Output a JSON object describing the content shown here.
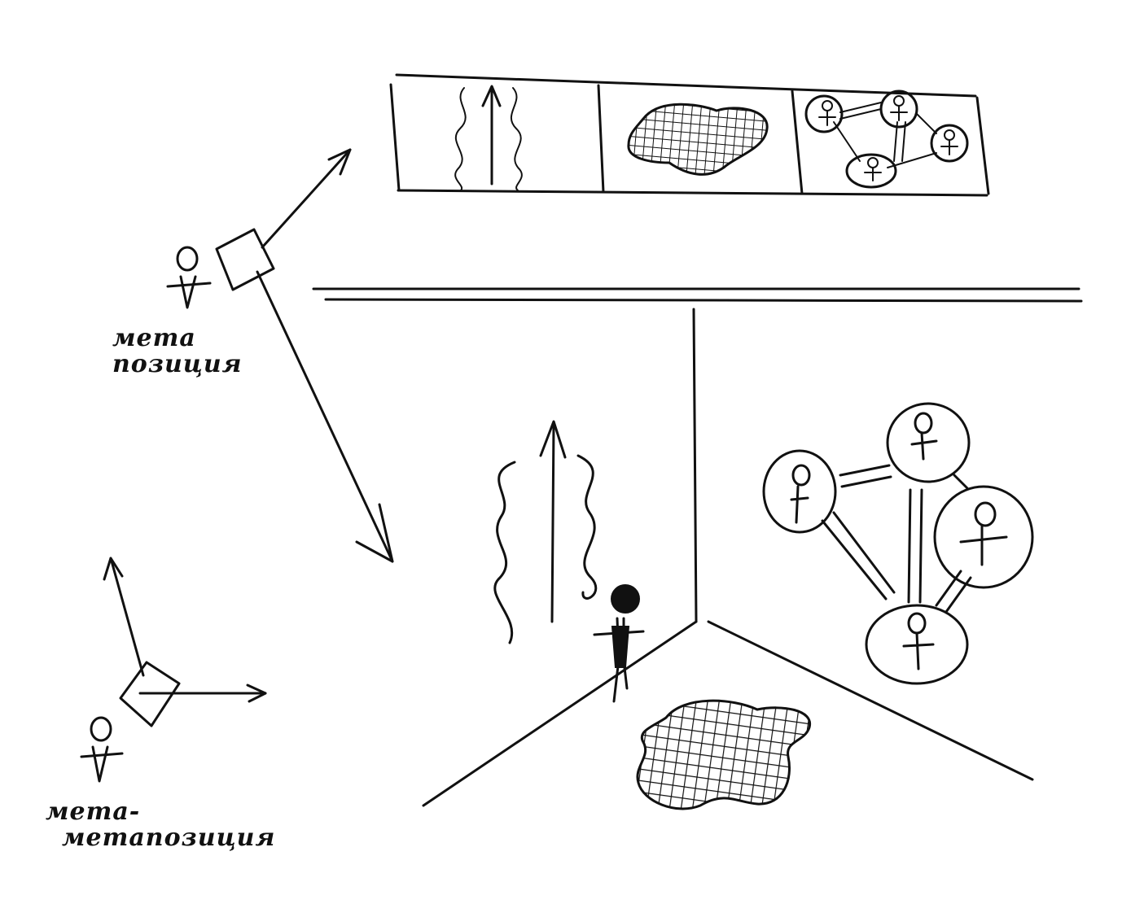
{
  "labels": {
    "meta_position": [
      "мета",
      "позиция"
    ],
    "meta_meta_position": [
      "мета-",
      "метапозиция"
    ]
  },
  "icons": [
    "stick-figure-icon",
    "frame-icon",
    "arrow-icon",
    "wavy-arrow-icon",
    "hatched-blob-icon",
    "people-network-icon"
  ],
  "colors": {
    "ink": "#111111",
    "paper": "#ffffff"
  }
}
